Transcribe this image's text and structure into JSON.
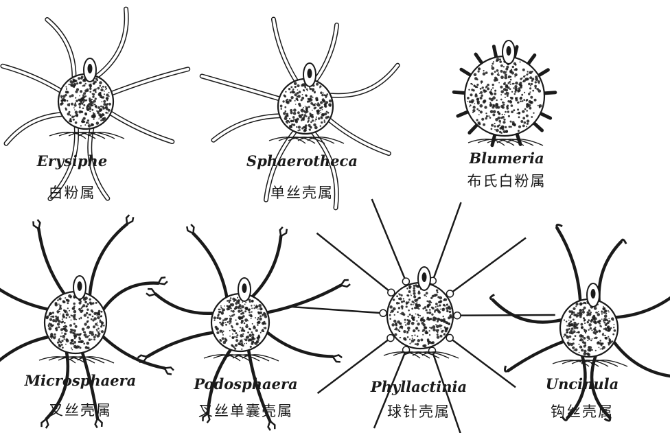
{
  "genera": [
    {
      "id": "erysiphe",
      "latin": "Erysiphe",
      "chinese": "白粉属",
      "appendage": "mycelioid"
    },
    {
      "id": "sphaerotheca",
      "latin": "Sphaerotheca",
      "chinese": "单丝壳属",
      "appendage": "mycelioid"
    },
    {
      "id": "blumeria",
      "latin": "Blumeria",
      "chinese": "布氏白粉属",
      "appendage": "short-stubby"
    },
    {
      "id": "microsphaera",
      "latin": "Microsphaera",
      "chinese": "叉丝壳属",
      "appendage": "dichotomous-branched"
    },
    {
      "id": "podosphaera",
      "latin": "Podosphaera",
      "chinese": "叉丝单囊壳属",
      "appendage": "dichotomous-branched"
    },
    {
      "id": "phyllactinia",
      "latin": "Phyllactinia",
      "chinese": "球针壳属",
      "appendage": "acicular-bulbous"
    },
    {
      "id": "uncinula",
      "latin": "Uncinula",
      "chinese": "钩丝壳属",
      "appendage": "hooked-tip"
    }
  ],
  "colors": {
    "ink": "#1a1a1a",
    "background": "#ffffff"
  }
}
